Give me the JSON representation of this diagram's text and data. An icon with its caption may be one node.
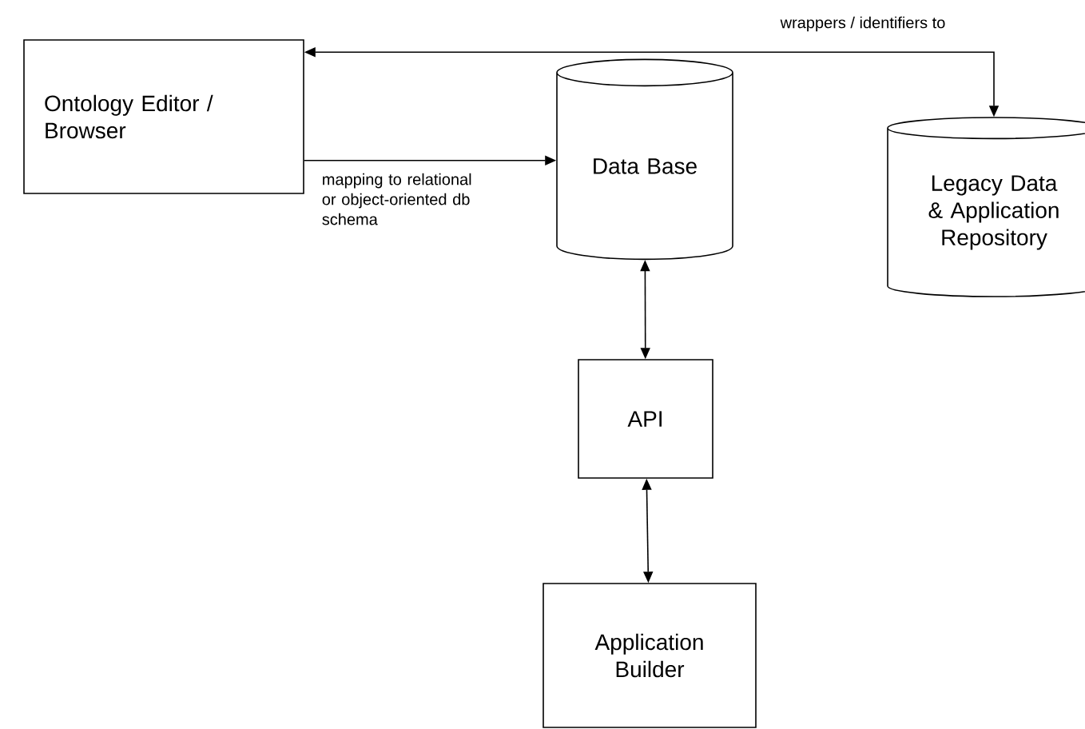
{
  "diagram": {
    "nodes": [
      {
        "text": [
          "Ontology Editor / Browser"
        ]
      },
      {
        "text": [
          "Data Base"
        ]
      },
      {
        "text": [
          "Legacy Data & Application Repository"
        ]
      },
      {
        "text": [
          "API"
        ]
      },
      {
        "text": [
          "Application Builder"
        ]
      }
    ],
    "edges": [
      {
        "from": 2,
        "to": 0,
        "arrow": "both",
        "label": "wrappers / identifiers to"
      },
      {
        "from": 0,
        "to": 1,
        "arrow": "to",
        "label": "mapping to relational or object-oriented db schema"
      },
      {
        "from": 1,
        "to": 3,
        "arrow": "both"
      },
      {
        "from": 3,
        "to": 4,
        "arrow": "both"
      }
    ]
  }
}
